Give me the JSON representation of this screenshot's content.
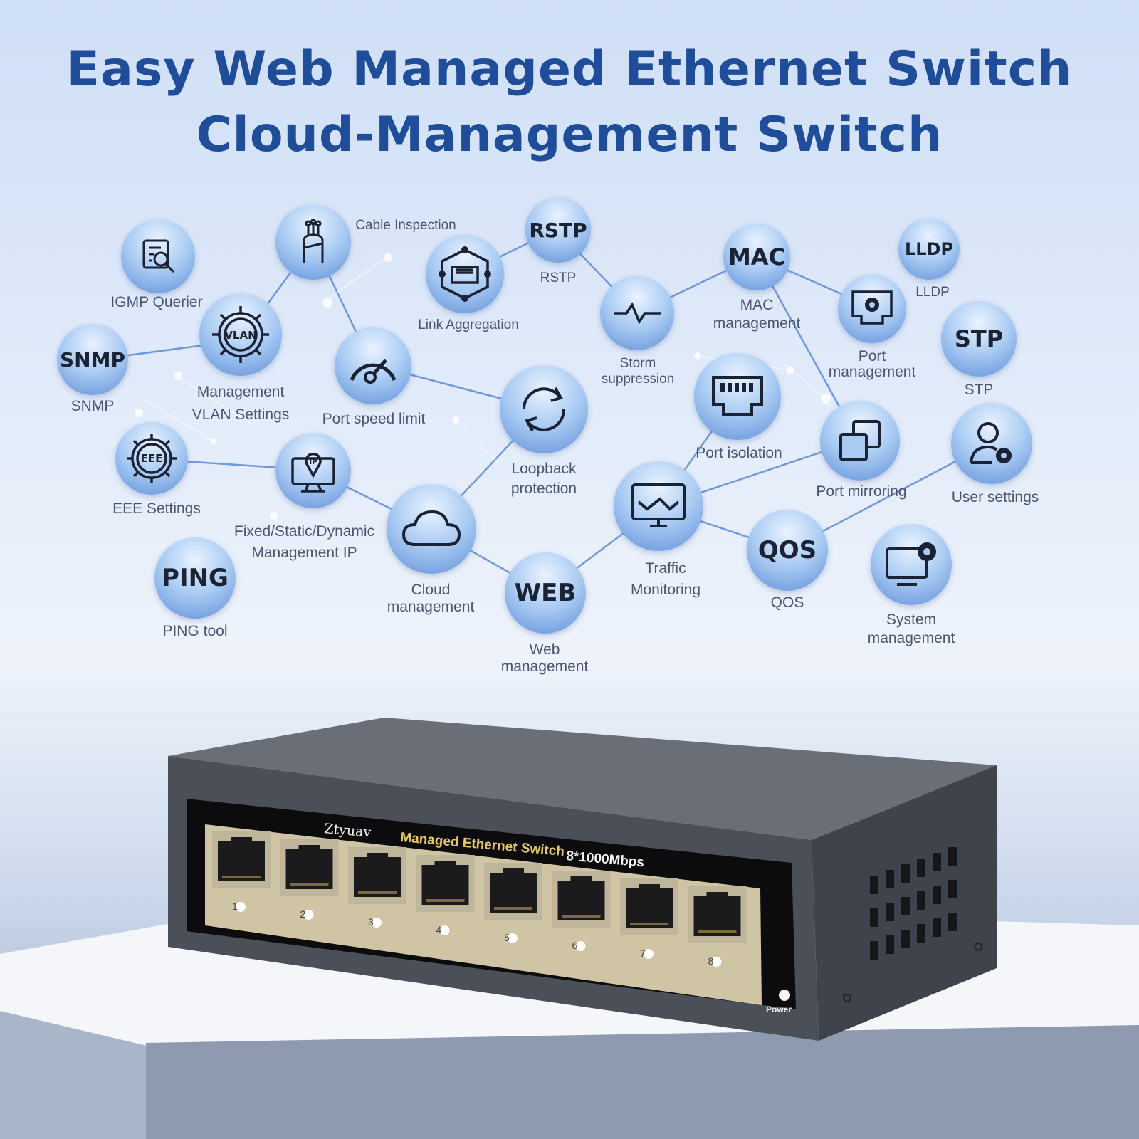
{
  "headline": {
    "line1": "Easy Web Managed Ethernet Switch",
    "line2": "Cloud-Management Switch"
  },
  "features": {
    "igmp": "IGMP Querier",
    "cable": "Cable Inspection",
    "rstp_icon": "RSTP",
    "rstp": "RSTP",
    "mac_icon": "MAC",
    "mac": "MAC management",
    "lldp_icon": "LLDP",
    "lldp": "LLDP",
    "snmp_icon": "SNMP",
    "snmp": "SNMP",
    "vlan_icon": "VLAN",
    "vlan_line1": "Management",
    "vlan_line2": "VLAN Settings",
    "link_agg": "Link Aggregation",
    "storm_line1": "Storm",
    "storm_line2": "suppression",
    "port_mgmt_line1": "Port",
    "port_mgmt_line2": "management",
    "stp_icon": "STP",
    "stp": "STP",
    "speed": "Port speed limit",
    "isolation": "Port isolation",
    "eee_icon": "EEE",
    "eee": "EEE Settings",
    "ip_icon": "IP",
    "ip_line1": "Fixed/Static/Dynamic",
    "ip_line2": "Management IP",
    "loop_line1": "Loopback",
    "loop_line2": "protection",
    "mirror": "Port mirroring",
    "user": "User settings",
    "ping_icon": "PING",
    "ping": "PING tool",
    "cloud_line1": "Cloud",
    "cloud_line2": "management",
    "traffic_line1": "Traffic",
    "traffic_line2": "Monitoring",
    "qos_icon": "QOS",
    "qos": "QOS",
    "web_icon": "WEB",
    "web_line1": "Web",
    "web_line2": "management",
    "system_line1": "System",
    "system_line2": "management"
  },
  "device": {
    "brand": "Ztyuav",
    "model": "Managed Ethernet Switch",
    "speed": "8*1000Mbps",
    "power": "Power",
    "port_numbers": [
      "1",
      "2",
      "3",
      "4",
      "5",
      "6",
      "7",
      "8"
    ]
  },
  "colors": {
    "headline": "#1f4d9a",
    "node_light": "#eaf3ff",
    "node_dark": "#5f8fd8",
    "model_text": "#e8c76a",
    "device_body": "#4b4f57"
  }
}
